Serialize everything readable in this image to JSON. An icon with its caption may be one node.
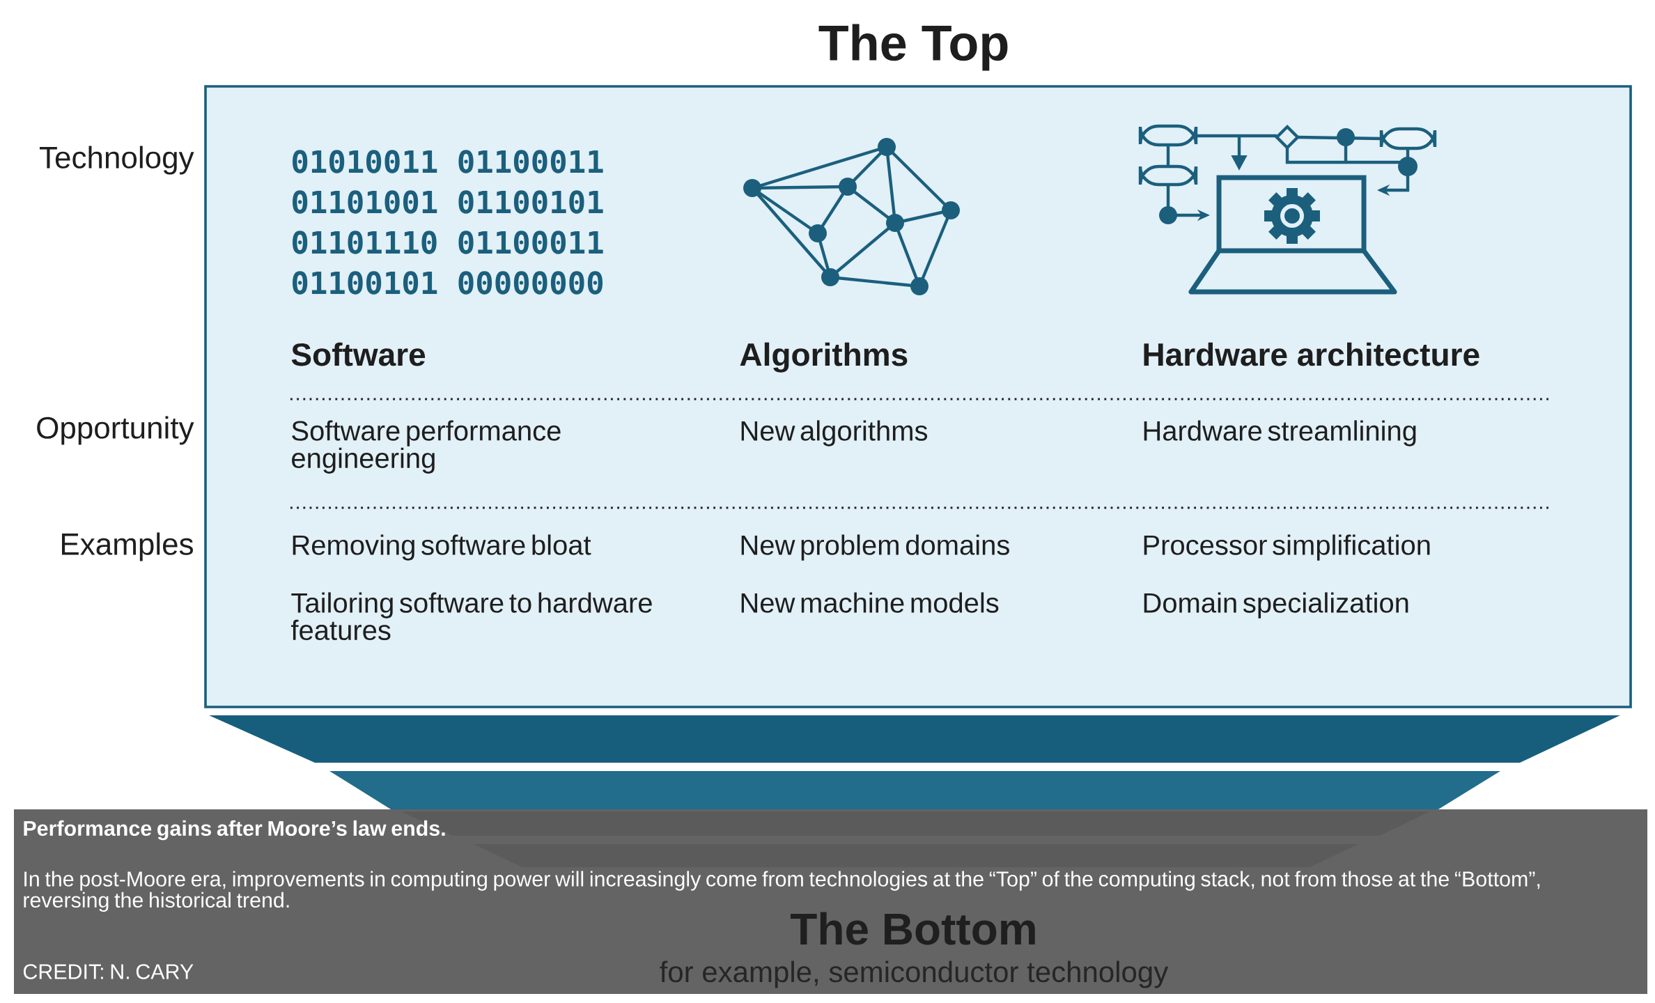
{
  "diagram": {
    "nodes": [
      {
        "text": [
          "The Top"
        ]
      },
      {
        "text": [],
        "shape": "trapezoid"
      },
      {
        "text": [],
        "shape": "trapezoid"
      },
      {
        "text": [
          "Performance gains after Moore’s law ends.",
          "In the post-Moore era, improvements in computing power will increasingly come from technologies at the “Top” of the computing stack, not from those at the “Bottom”, reversing the historical trend.",
          "CREDIT: N. CARY"
        ]
      }
    ],
    "labels": [
      "Technology",
      "01010011 01100011",
      "01101001 01100101",
      "01101110 01100011",
      "01100101 00000000",
      "Software",
      "Algorithms",
      "Hardware architecture",
      "Opportunity",
      "Software performance engineering",
      "New algorithms",
      "Hardware streamlining",
      "Examples",
      "Removing software bloat",
      "New problem domains",
      "Processor simplification",
      "Tailoring software to hardware features",
      "New machine models",
      "Domain specialization",
      "The Bottom",
      "for example, semiconductor technology"
    ]
  }
}
